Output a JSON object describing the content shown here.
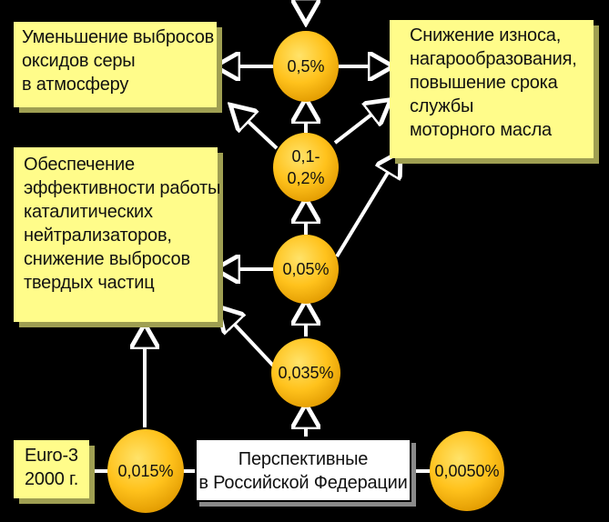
{
  "boxes": {
    "sulfur": [
      "Уменьшение выбросов",
      "оксидов серы",
      "в атмосферу"
    ],
    "wear": [
      "Снижение износа,",
      "нагарообразования,",
      "повышение срока",
      "службы",
      "моторного масла"
    ],
    "catalyst": [
      "Обеспечение",
      "эффективности работы",
      "каталитических",
      "нейтрализаторов,",
      "снижение выбросов",
      "твердых частиц"
    ],
    "euro": [
      "Euro-3",
      "2000 г."
    ],
    "russia": [
      "Перспективные",
      "в Российской Федерации"
    ]
  },
  "nodes": {
    "n05": [
      "0,5%"
    ],
    "n01": [
      "0,1-",
      "0,2%"
    ],
    "n005": [
      "0,05%"
    ],
    "n0035": [
      "0,035%"
    ],
    "n0015": [
      "0,015%"
    ],
    "n00050": [
      "0,0050%"
    ]
  },
  "colors": {
    "box_fill": "#fffc8a",
    "node_fill": "#ffc21c",
    "arrow": "#ffffff",
    "background": "#000000"
  }
}
